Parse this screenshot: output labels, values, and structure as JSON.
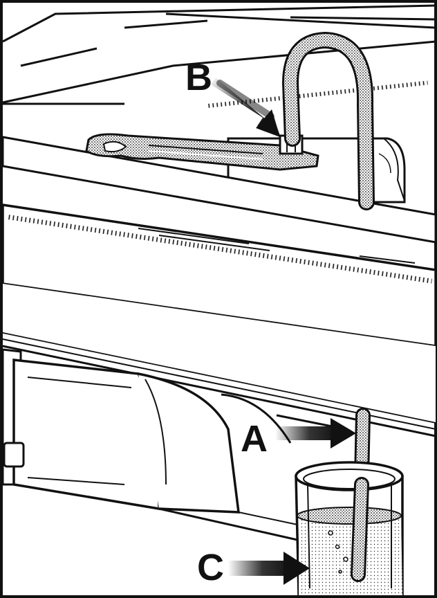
{
  "callouts": {
    "a": "A",
    "b": "B",
    "c": "C"
  },
  "colors": {
    "ink": "#111111",
    "paper": "#ffffff",
    "stipple": "#9a9a9a"
  }
}
